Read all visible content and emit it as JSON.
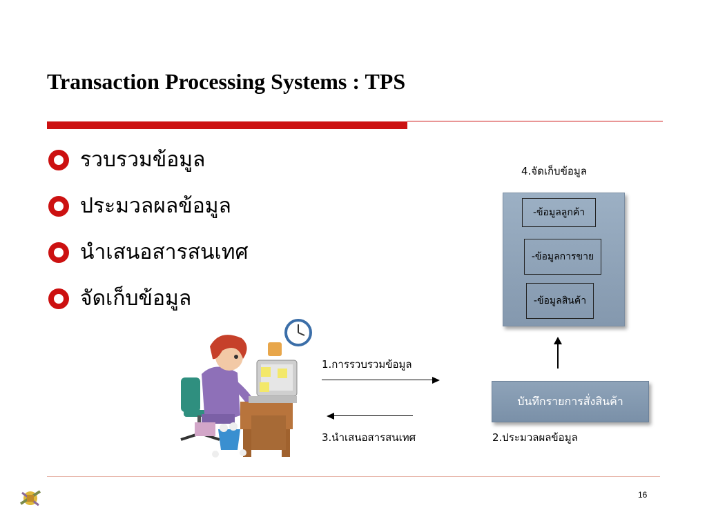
{
  "slide": {
    "title": "Transaction Processing Systems : TPS",
    "page_number": "16"
  },
  "bullets": [
    {
      "label": "รวบรวมข้อมูล"
    },
    {
      "label": "ประมวลผลข้อมูล"
    },
    {
      "label": "นำเสนอสารสนเทศ"
    },
    {
      "label": "จัดเก็บข้อมูล"
    }
  ],
  "diagram": {
    "store_label": "4.จัดเก็บข้อมูล",
    "db_items": [
      "-ข้อมูลลูกค้า",
      "-ข้อมูลการขาย",
      "-ข้อมูลสินค้า"
    ],
    "order_box": "บันทึกรายการสั่งสินค้า",
    "process_label": "2.ประมวลผลข้อมูล",
    "collect_label": "1.การรวบรวมข้อมูล",
    "present_label": "3.นำเสนอสารสนเทศ"
  },
  "colors": {
    "accent_red": "#cc1111",
    "box_blue": "#8ea3b9"
  },
  "icons": {
    "bullet": "ring-bullet-icon",
    "illustration": "office-worker-illustration",
    "logo": "chip-logo-icon"
  }
}
